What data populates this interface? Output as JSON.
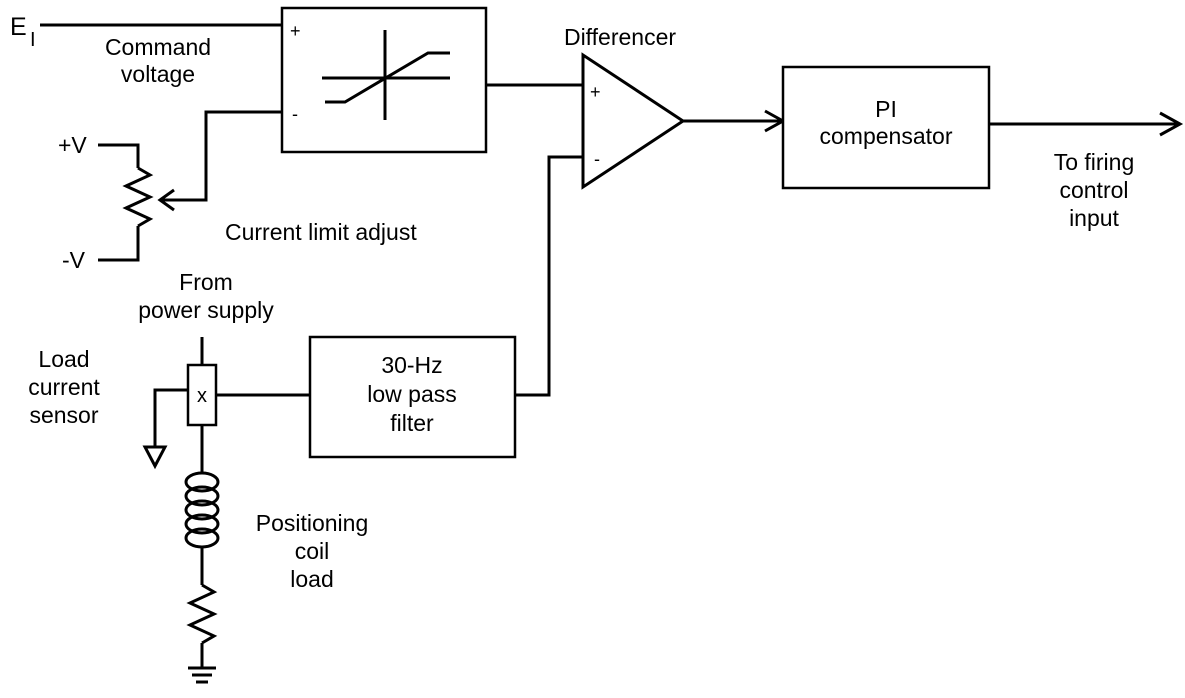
{
  "labels": {
    "e_symbol": "E",
    "e_subscript": "I",
    "command_line1": "Command",
    "command_line2": "voltage",
    "plus_v": "+V",
    "minus_v": "-V",
    "current_limit": "Current limit adjust",
    "differencer": "Differencer",
    "pi_line1": "PI",
    "pi_line2": "compensator",
    "firing_line1": "To firing",
    "firing_line2": "control",
    "firing_line3": "input",
    "from_line1": "From",
    "from_line2": "power supply",
    "sensor_line1": "Load",
    "sensor_line2": "current",
    "sensor_line3": "sensor",
    "sensor_mark": "x",
    "filter_line1": "30-Hz",
    "filter_line2": "low pass",
    "filter_line3": "filter",
    "coil_line1": "Positioning",
    "coil_line2": "coil",
    "coil_line3": "load"
  },
  "signs": {
    "limiter_plus": "+",
    "limiter_minus": "-",
    "amp_plus": "+",
    "amp_minus": "-"
  }
}
